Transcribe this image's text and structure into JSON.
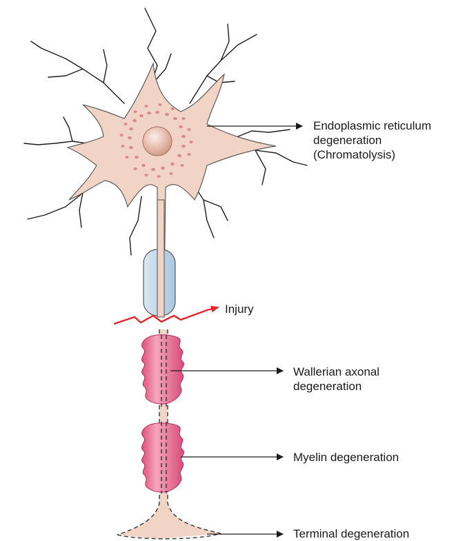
{
  "labels": {
    "er": [
      "Endoplasmic reticulum",
      "degeneration",
      "(Chromatolysis)"
    ],
    "injury": "Injury",
    "wallerian": [
      "Wallerian axonal",
      "degeneration"
    ],
    "myelin": "Myelin degeneration",
    "terminal": "Terminal degeneration"
  },
  "colors": {
    "cell_fill": "#f2d4c6",
    "cell_stroke": "#5a5a5a",
    "nucleus": "#e3b3a3",
    "nissl": "#d98c8c",
    "healthy_myelin": "#bcd6ea",
    "degenerating_myelin": "#e0608a",
    "injury": "#e8232a",
    "arrow": "#1a1a1a"
  },
  "icons": [
    "arrow-right-icon",
    "lightning-injury-icon"
  ]
}
